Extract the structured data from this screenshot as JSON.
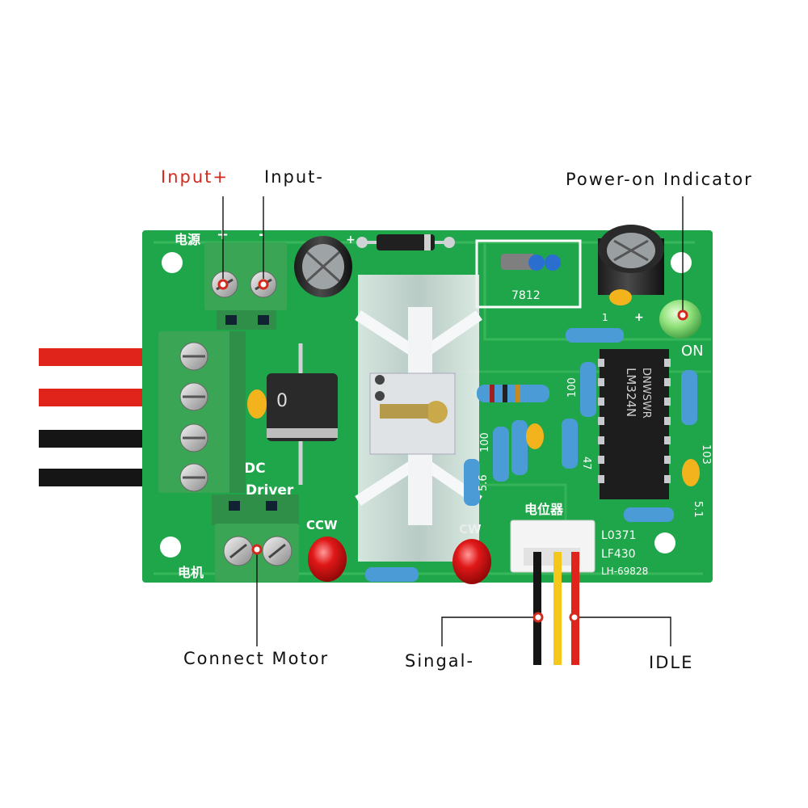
{
  "callouts": {
    "input_plus": "Input+",
    "input_minus": "Input-",
    "power_indicator": "Power-on Indicator",
    "connect_motor": "Connect Motor",
    "signal_minus": "Singal-",
    "idle": "IDLE"
  },
  "board": {
    "power_label": "电源",
    "plus": "+",
    "minus": "-",
    "motor_label": "电机",
    "pot_label": "电位器",
    "dc_label": "DC",
    "driver_label": "Driver",
    "ccw_label": "CCW",
    "cw_label": "CW",
    "on_label": "ON",
    "regulator": "7812",
    "ic_line1": "DNWSWR",
    "ic_line2": "LM324N",
    "diode_mark": "0",
    "cap_mark": "1",
    "res_100a": "100",
    "res_100b": "100",
    "res_100c": "100",
    "res_47": "47",
    "res_103": "103",
    "res_51": "5.1",
    "res_56": "5.6",
    "code_1": "L0371",
    "code_2": "LF430",
    "code_3": "LH-69828"
  },
  "colors": {
    "pcb": "#1fa64a",
    "pcb_trace": "#4fc56c",
    "terminal": "#3aa655",
    "wire_red": "#e0241c",
    "wire_black": "#151515",
    "wire_yellow": "#f3c81b",
    "callout_red": "#d42a1d",
    "callout_text": "#111111"
  }
}
